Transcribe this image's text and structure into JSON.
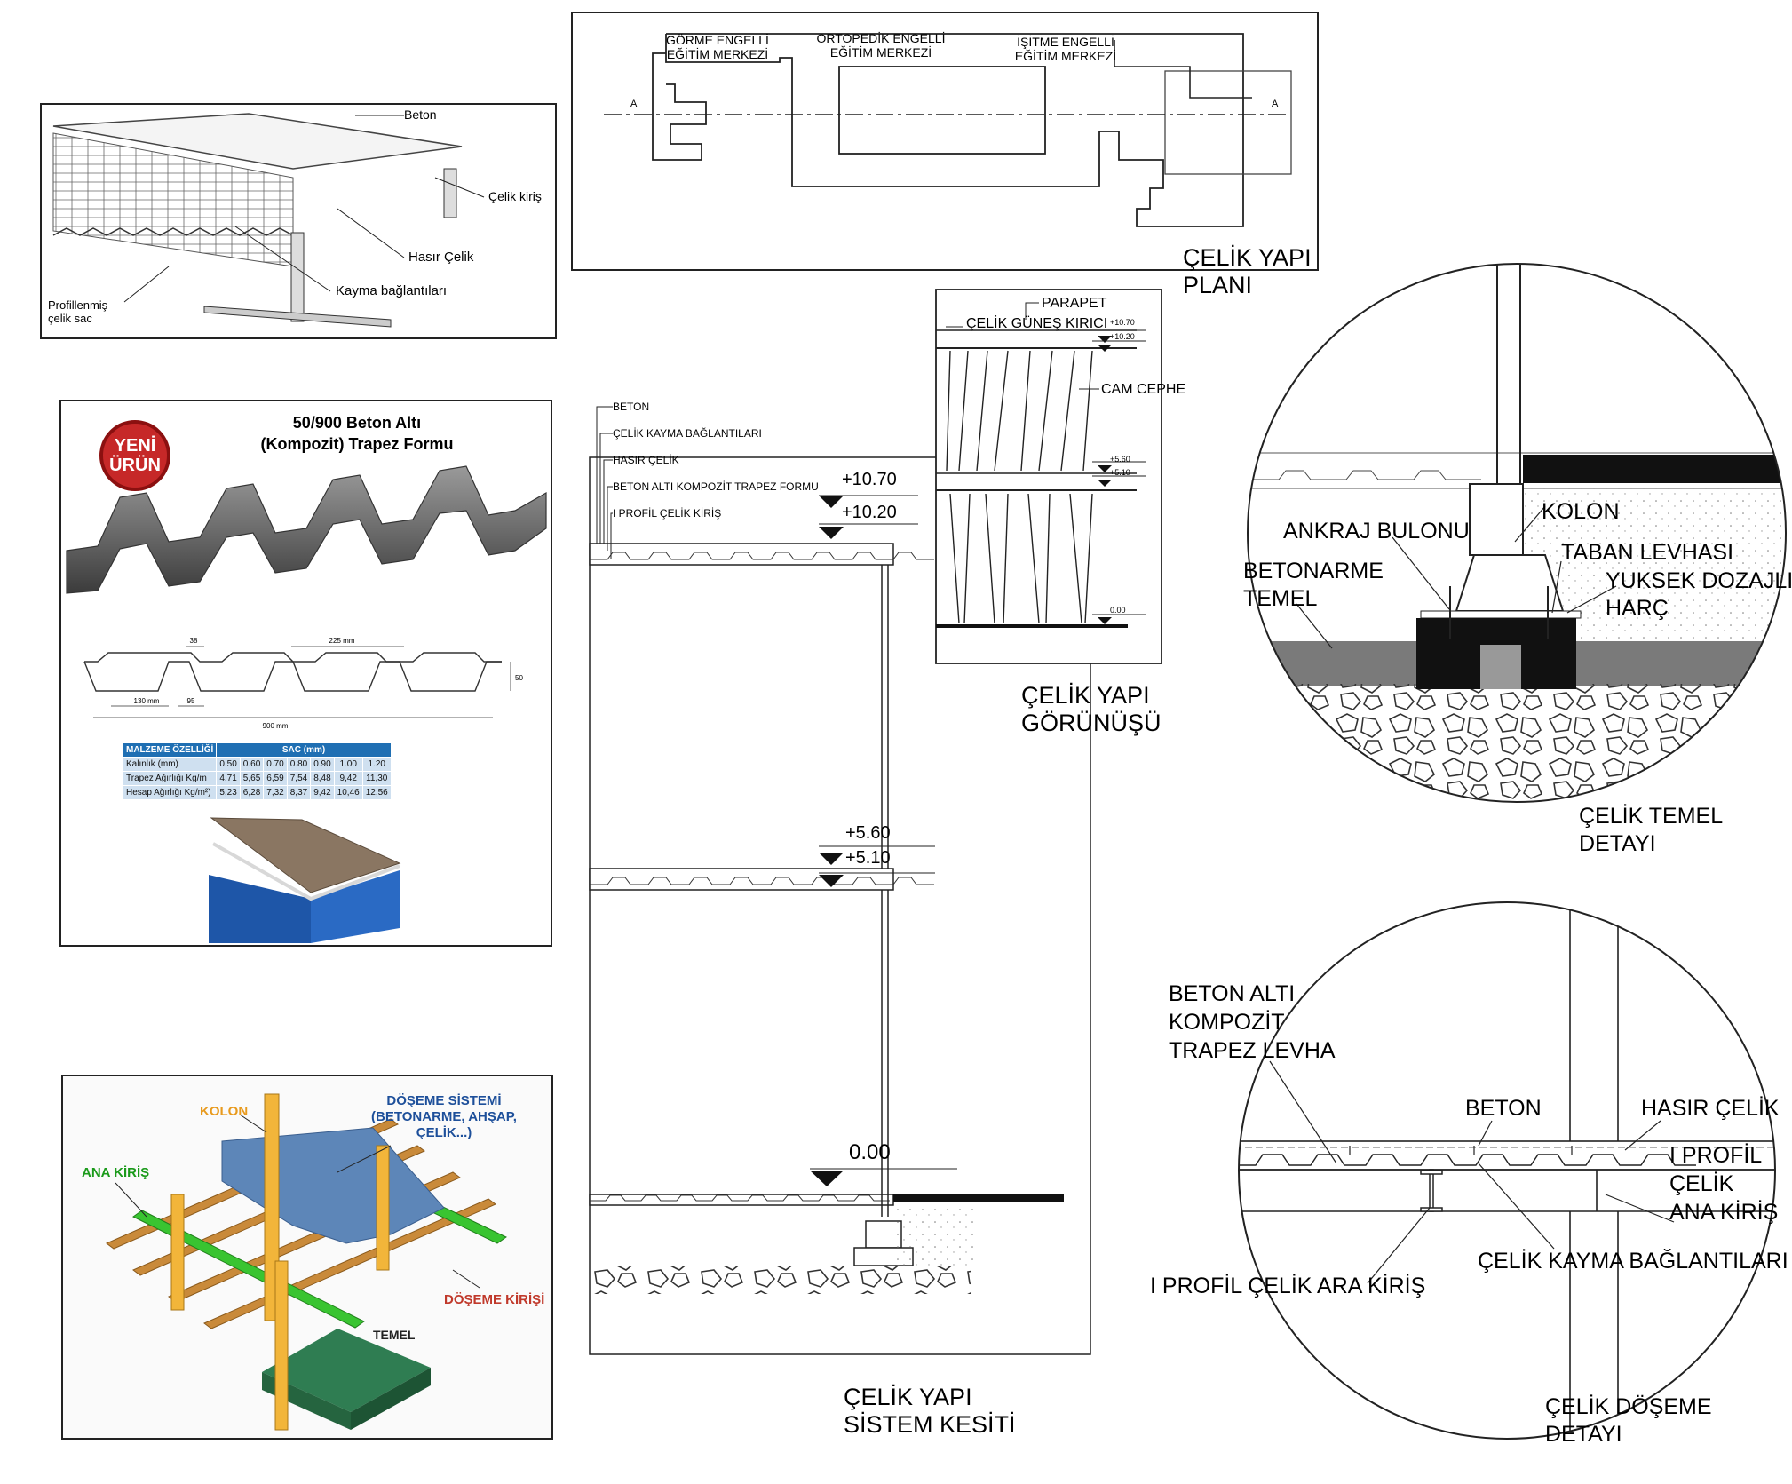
{
  "plan": {
    "labels": [
      "GÖRME ENGELLİ\nEĞİTİM MERKEZİ",
      "ORTOPEDİK ENGELLİ\nEĞİTİM MERKEZİ",
      "İŞİTME ENGELLİ\nEĞİTİM MERKEZİ"
    ],
    "section_mark": "A",
    "caption": "ÇELİK YAPI\nPLANI"
  },
  "composite_sketch": {
    "labels": [
      "Beton",
      "Çelik kiriş",
      "Hasır Çelik",
      "Kayma bağlantıları",
      "Profillenmiş\nçelik sac"
    ]
  },
  "trapez_card": {
    "title": "50/900 Beton Altı\n(Kompozit) Trapez Formu",
    "badge": "YENİ\nÜRÜN",
    "dims": [
      "38",
      "225 mm",
      "50",
      "130 mm",
      "95",
      "900 mm"
    ],
    "table": {
      "headers": [
        "MALZEME ÖZELLİĞİ",
        "SAC (mm)"
      ],
      "rows": [
        {
          "label": "Kalınlık (mm)",
          "values": [
            "0.50",
            "0.60",
            "0.70",
            "0.80",
            "0.90",
            "1.00",
            "1.20"
          ]
        },
        {
          "label": "Trapez Ağırlığı Kg/m",
          "values": [
            "4,71",
            "5,65",
            "6,59",
            "7,54",
            "8,48",
            "9,42",
            "11,30"
          ]
        },
        {
          "label": "Hesap Ağırlığı Kg/m²)",
          "values": [
            "5,23",
            "6,28",
            "7,32",
            "8,37",
            "9,42",
            "10,46",
            "12,56"
          ]
        }
      ]
    }
  },
  "system_iso": {
    "labels": [
      "KOLON",
      "DÖŞEME SİSTEMİ\n(BETONARME, AHŞAP,\nÇELİK...)",
      "ANA KİRİŞ",
      "DÖŞEME KİRİŞİ",
      "TEMEL"
    ],
    "colors": {
      "kolon": "#f2b53a",
      "ana_kiris": "#39c431",
      "doseme_kiris": "#c98a3a",
      "temel": "#2f7d52",
      "slab": "#5d86b8"
    }
  },
  "elevation": {
    "labels": [
      "PARAPET",
      "ÇELİK GÜNEŞ KIRICI",
      "CAM CEPHE"
    ],
    "levels": [
      "+10.70",
      "+10.20",
      "+5.60",
      "+5.10",
      "0.00"
    ],
    "caption": "ÇELİK YAPI\nGÖRÜNÜŞÜ"
  },
  "section": {
    "layer_labels": [
      "BETON",
      "ÇELİK KAYMA BAĞLANTILARI",
      "HASIR ÇELİK",
      "BETON ALTI KOMPOZİT TRAPEZ FORMU",
      "I PROFİL ÇELİK KİRİŞ"
    ],
    "levels": [
      "+10.70",
      "+10.20",
      "+5.60",
      "+5.10",
      "0.00"
    ],
    "caption": "ÇELİK YAPI\nSİSTEM KESİTİ"
  },
  "foundation_detail": {
    "labels": [
      "KOLON",
      "ANKRAJ BULONU",
      "TABAN LEVHASI",
      "BETONARME\nTEMEL",
      "YUKSEK DOZAJLI\nHARÇ"
    ],
    "caption": "ÇELİK TEMEL\nDETAYI"
  },
  "floor_detail": {
    "labels": [
      "BETON ALTI\nKOMPOZİT\nTRAPEZ LEVHA",
      "BETON",
      "HASIR ÇELİK",
      "I PROFİL\nÇELİK\nANA KİRİŞ",
      "ÇELİK KAYMA BAĞLANTILARI",
      "I PROFİL ÇELİK ARA KİRİŞ"
    ],
    "caption": "ÇELİK DÖŞEME\nDETAYI"
  }
}
